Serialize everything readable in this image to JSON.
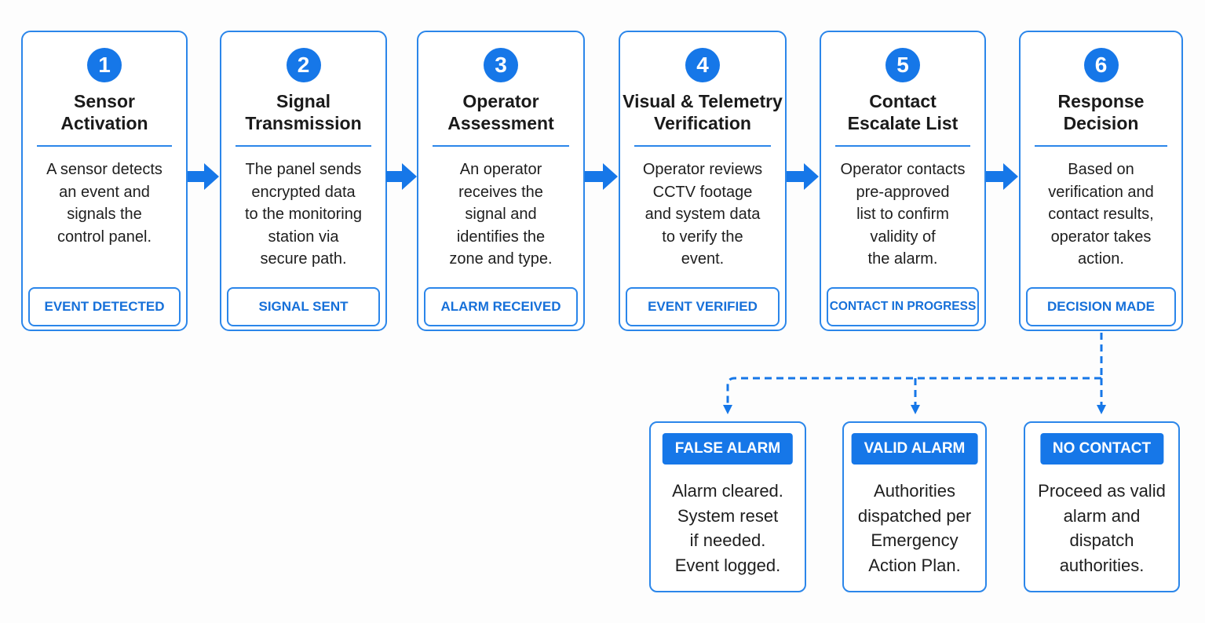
{
  "colors": {
    "accent": "#1677e8",
    "border": "#2b86ea",
    "text": "#1a1a1a"
  },
  "steps": [
    {
      "number": "1",
      "title": "Sensor\nActivation",
      "description": "A sensor detects\nan event and\nsignals the\ncontrol panel.",
      "status": "EVENT DETECTED"
    },
    {
      "number": "2",
      "title": "Signal\nTransmission",
      "description": "The panel sends\nencrypted data\nto the monitoring\nstation via\nsecure path.",
      "status": "SIGNAL SENT"
    },
    {
      "number": "3",
      "title": "Operator\nAssessment",
      "description": "An operator\nreceives the\nsignal and\nidentifies the\nzone and type.",
      "status": "ALARM RECEIVED"
    },
    {
      "number": "4",
      "title": "Visual & Telemetry\nVerification",
      "description": "Operator reviews\nCCTV footage\nand system data\nto verify the\nevent.",
      "status": "EVENT VERIFIED"
    },
    {
      "number": "5",
      "title": "Contact\nEscalate List",
      "description": "Operator contacts\npre-approved\nlist to confirm\nvalidity of\nthe alarm.",
      "status": "CONTACT IN PROGRESS"
    },
    {
      "number": "6",
      "title": "Response\nDecision",
      "description": "Based on\nverification and\ncontact results,\noperator takes\naction.",
      "status": "DECISION MADE"
    }
  ],
  "outcomes": [
    {
      "label": "FALSE ALARM",
      "text": "Alarm cleared.\nSystem reset\nif needed.\nEvent logged."
    },
    {
      "label": "VALID ALARM",
      "text": "Authorities\ndispatched per\nEmergency\nAction Plan."
    },
    {
      "label": "NO CONTACT",
      "text": "Proceed as valid\nalarm and\ndispatch\nauthorities."
    }
  ]
}
